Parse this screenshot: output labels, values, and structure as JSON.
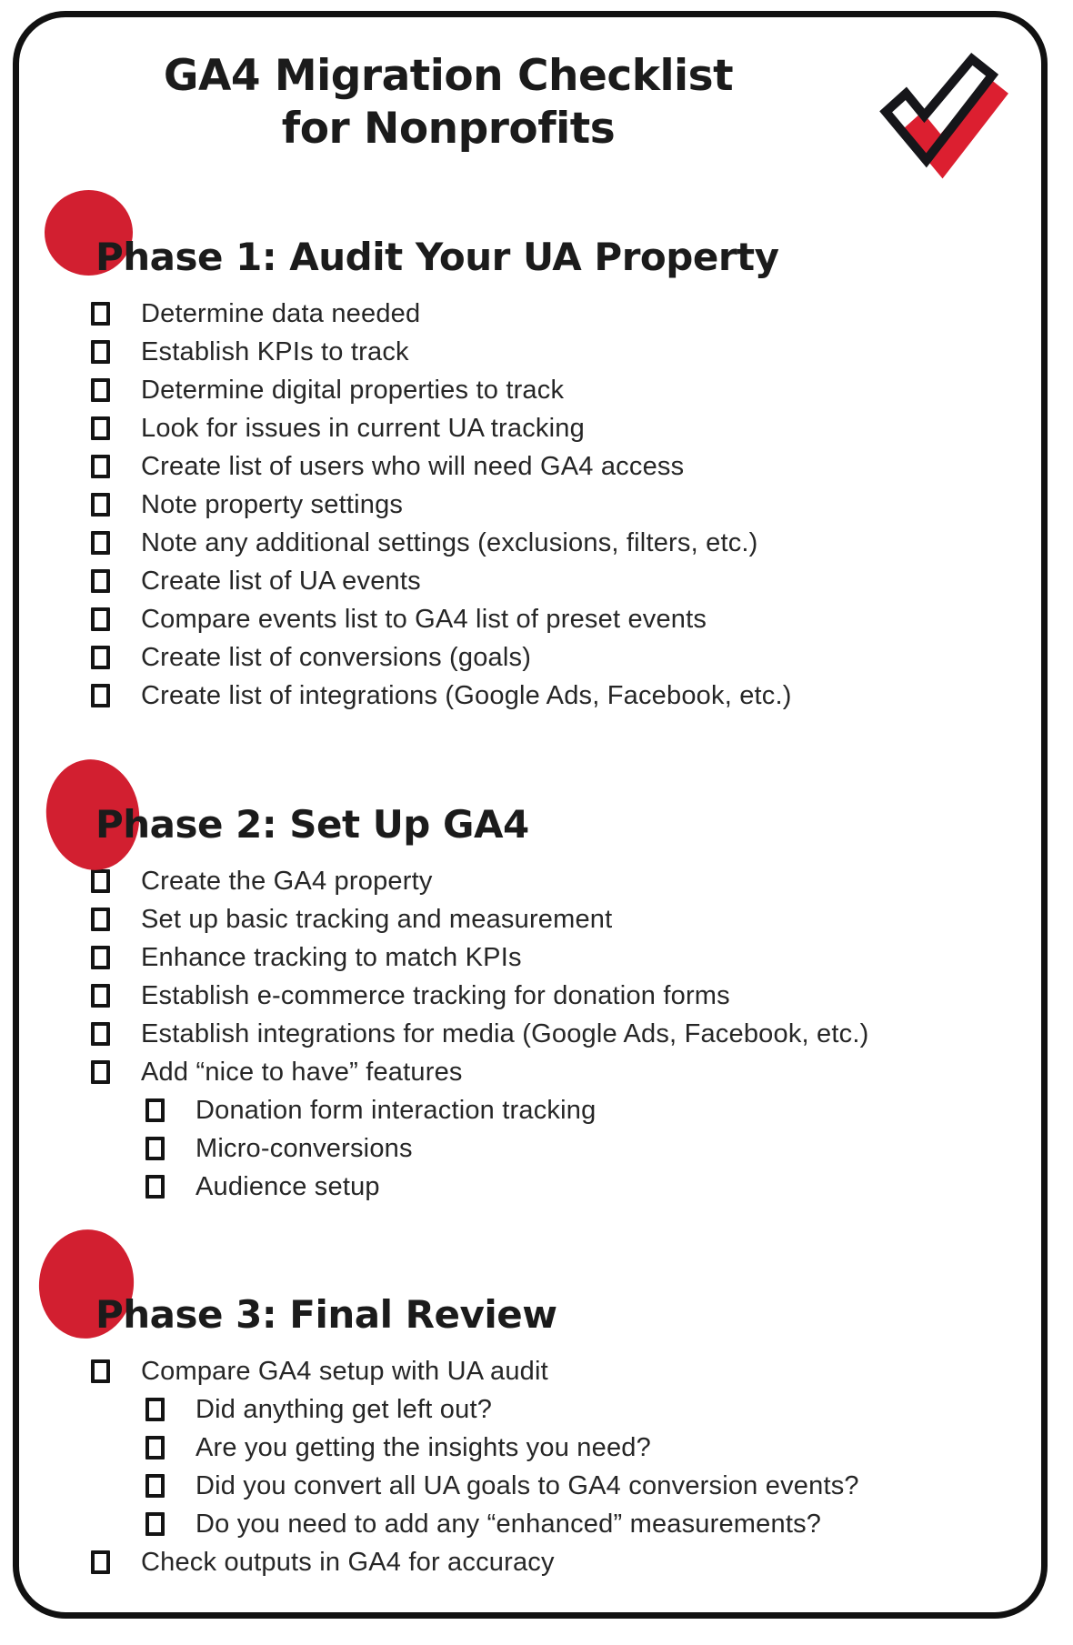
{
  "page": {
    "title_line1": "GA4 Migration Checklist",
    "title_line2": "for Nonprofits"
  },
  "colors": {
    "accent_red": "#d21f30",
    "check_red": "#dc1f30",
    "outline_black": "#111111",
    "text": "#262626"
  },
  "icons": {
    "header": "double-checkmark-icon",
    "list_marker": "empty-checkbox-icon"
  },
  "sections": [
    {
      "heading": "Phase 1: Audit Your UA Property",
      "items": [
        {
          "label": "Determine data needed",
          "level": 1
        },
        {
          "label": "Establish KPIs to track",
          "level": 1
        },
        {
          "label": "Determine digital properties to track",
          "level": 1
        },
        {
          "label": "Look for issues in current UA tracking",
          "level": 1
        },
        {
          "label": "Create list of users who will need GA4 access",
          "level": 1
        },
        {
          "label": "Note property settings",
          "level": 1
        },
        {
          "label": "Note any additional settings (exclusions, filters, etc.)",
          "level": 1
        },
        {
          "label": "Create list of UA events",
          "level": 1
        },
        {
          "label": "Compare events list to GA4 list of preset events",
          "level": 1
        },
        {
          "label": "Create list of conversions (goals)",
          "level": 1
        },
        {
          "label": "Create list of integrations (Google Ads, Facebook, etc.)",
          "level": 1
        }
      ]
    },
    {
      "heading": "Phase 2: Set Up GA4",
      "items": [
        {
          "label": "Create the GA4 property",
          "level": 1
        },
        {
          "label": "Set up basic tracking and measurement",
          "level": 1
        },
        {
          "label": "Enhance tracking to match KPIs",
          "level": 1
        },
        {
          "label": "Establish e-commerce tracking for donation forms",
          "level": 1
        },
        {
          "label": "Establish integrations for media (Google Ads, Facebook, etc.)",
          "level": 1
        },
        {
          "label": "Add “nice to have” features",
          "level": 1
        },
        {
          "label": "Donation form interaction tracking",
          "level": 2
        },
        {
          "label": "Micro-conversions",
          "level": 2
        },
        {
          "label": "Audience setup",
          "level": 2
        }
      ]
    },
    {
      "heading": "Phase 3: Final Review",
      "items": [
        {
          "label": "Compare GA4 setup with UA audit",
          "level": 1
        },
        {
          "label": "Did anything get left out?",
          "level": 2
        },
        {
          "label": "Are you getting the insights you need?",
          "level": 2
        },
        {
          "label": "Did you convert all UA goals to GA4 conversion events?",
          "level": 2
        },
        {
          "label": "Do you need to add any “enhanced” measurements?",
          "level": 2
        },
        {
          "label": "Check outputs in GA4 for accuracy",
          "level": 1
        }
      ]
    }
  ]
}
